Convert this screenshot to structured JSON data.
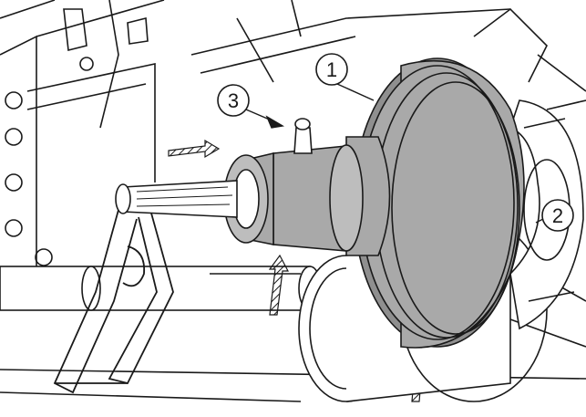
{
  "callouts": [
    {
      "id": "1",
      "label": "1",
      "part": "grey-wheel-hub"
    },
    {
      "id": "2",
      "label": "2",
      "part": "rear-housing"
    },
    {
      "id": "3",
      "label": "3",
      "part": "grease-fitting"
    }
  ],
  "colors": {
    "line": "#1a1a1a",
    "background": "#ffffff",
    "part_fill": "#a9a9a9",
    "part_fill_dark": "#8f8f8f",
    "part_fill_light": "#bdbdbd"
  }
}
